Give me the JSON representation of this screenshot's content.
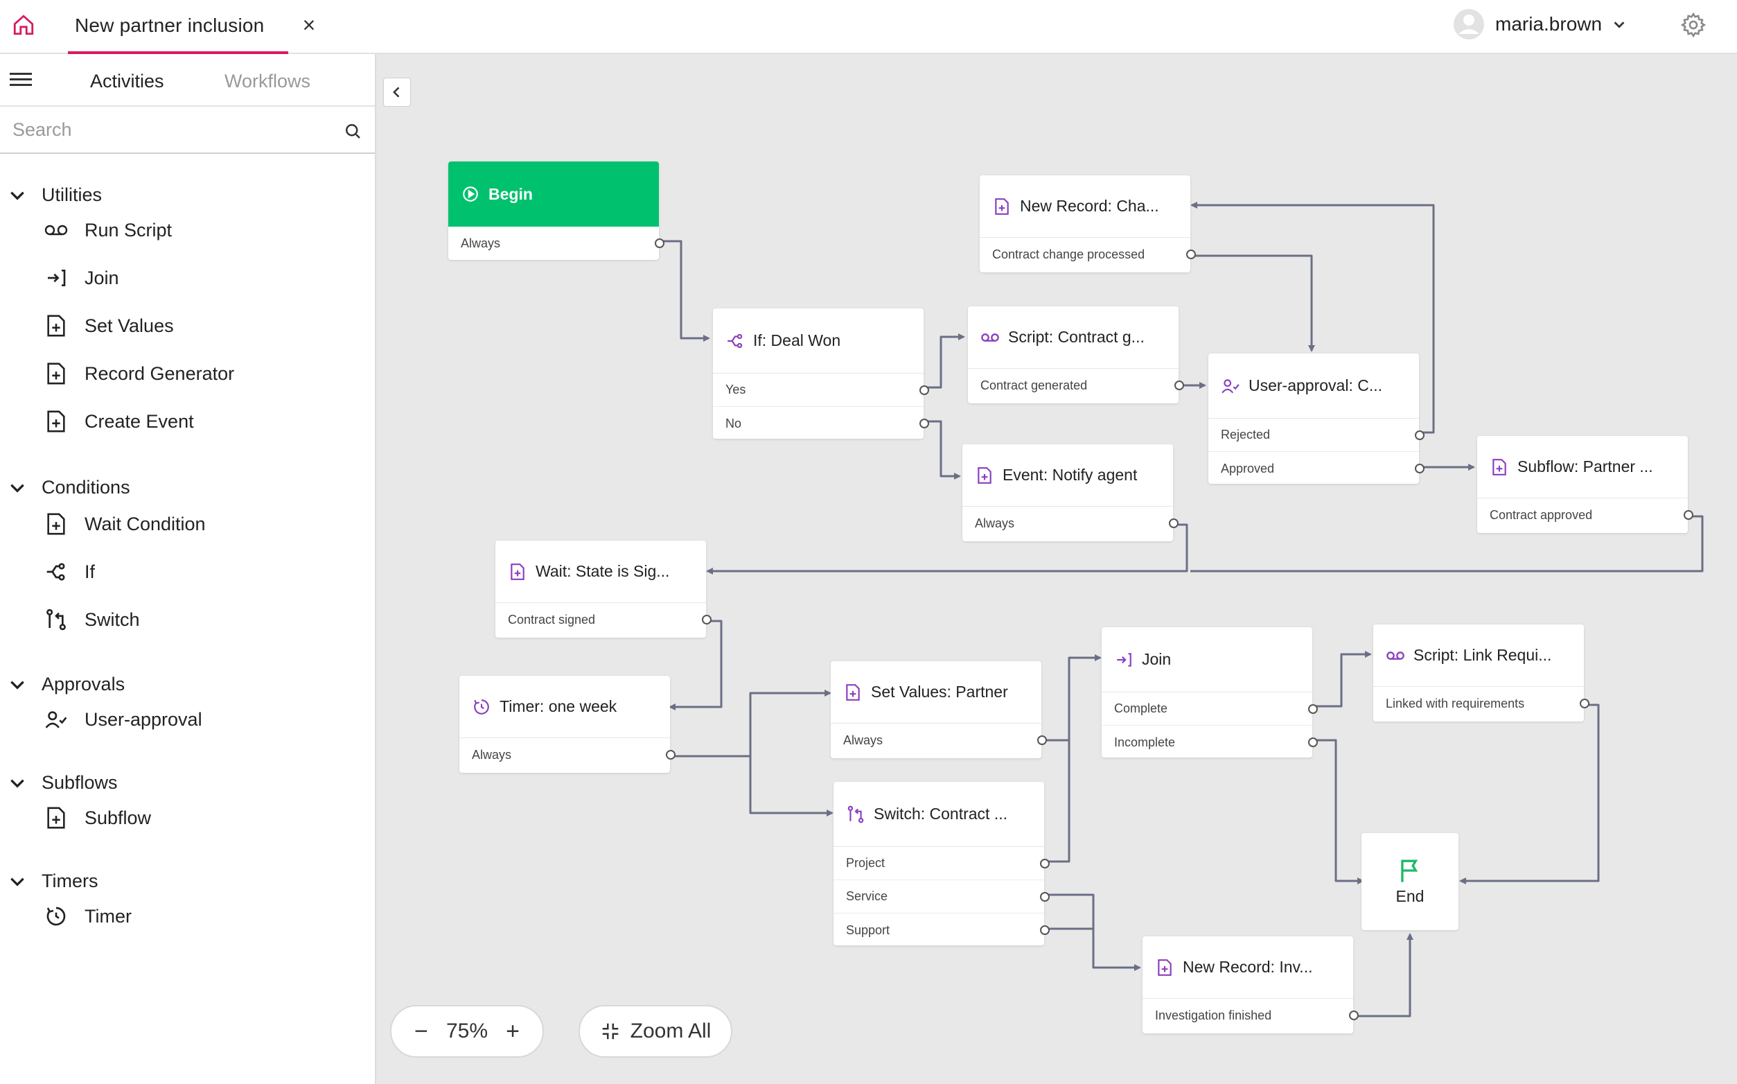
{
  "header": {
    "tab_title": "New partner inclusion",
    "close_glyph": "×",
    "user_name": "maria.brown",
    "accent_color": "#d81b60"
  },
  "sidebar": {
    "tabs": [
      "Activities",
      "Workflows"
    ],
    "active_tab": "Activities",
    "search_placeholder": "Search",
    "groups": [
      {
        "label": "Utilities",
        "items": [
          {
            "label": "Run Script",
            "icon": "script-icon"
          },
          {
            "label": "Join",
            "icon": "join-icon"
          },
          {
            "label": "Set Values",
            "icon": "document-plus-icon"
          },
          {
            "label": "Record Generator",
            "icon": "document-plus-icon"
          },
          {
            "label": "Create Event",
            "icon": "document-plus-icon"
          }
        ]
      },
      {
        "label": "Conditions",
        "items": [
          {
            "label": "Wait Condition",
            "icon": "document-plus-icon"
          },
          {
            "label": "If",
            "icon": "branch-icon"
          },
          {
            "label": "Switch",
            "icon": "switch-icon"
          }
        ]
      },
      {
        "label": "Approvals",
        "items": [
          {
            "label": "User-approval",
            "icon": "user-check-icon"
          }
        ]
      },
      {
        "label": "Subflows",
        "items": [
          {
            "label": "Subflow",
            "icon": "document-plus-icon"
          }
        ]
      },
      {
        "label": "Timers",
        "items": [
          {
            "label": "Timer",
            "icon": "timer-icon"
          }
        ]
      }
    ]
  },
  "canvas": {
    "nodes": {
      "begin": {
        "title": "Begin",
        "outputs": [
          "Always"
        ]
      },
      "new_record_cha": {
        "title": "New Record: Cha...",
        "outputs": [
          "Contract change processed"
        ]
      },
      "if_deal_won": {
        "title": "If: Deal Won",
        "outputs": [
          "Yes",
          "No"
        ]
      },
      "script_contract": {
        "title": "Script: Contract g...",
        "outputs": [
          "Contract generated"
        ]
      },
      "user_approval": {
        "title": "User-approval: C...",
        "outputs": [
          "Rejected",
          "Approved"
        ]
      },
      "event_notify": {
        "title": "Event: Notify agent",
        "outputs": [
          "Always"
        ]
      },
      "subflow_partner": {
        "title": "Subflow: Partner ...",
        "outputs": [
          "Contract approved"
        ]
      },
      "wait_state": {
        "title": "Wait: State is Sig...",
        "outputs": [
          "Contract signed"
        ]
      },
      "timer_week": {
        "title": "Timer: one week",
        "outputs": [
          "Always"
        ]
      },
      "set_values": {
        "title": "Set Values: Partner",
        "outputs": [
          "Always"
        ]
      },
      "join": {
        "title": "Join",
        "outputs": [
          "Complete",
          "Incomplete"
        ]
      },
      "script_link": {
        "title": "Script: Link Requi...",
        "outputs": [
          "Linked with requirements"
        ]
      },
      "switch_contract": {
        "title": "Switch: Contract ...",
        "outputs": [
          "Project",
          "Service",
          "Support"
        ]
      },
      "new_record_inv": {
        "title": "New Record: Inv...",
        "outputs": [
          "Investigation finished"
        ]
      },
      "end": {
        "title": "End"
      }
    }
  },
  "zoom": {
    "level": "75%",
    "minus": "−",
    "plus": "+",
    "zoom_all_label": "Zoom All"
  },
  "colors": {
    "begin_green": "#00c16e",
    "icon_purple": "#8a3fbf",
    "end_green": "#1fb86a",
    "edge": "#6b6f85"
  }
}
